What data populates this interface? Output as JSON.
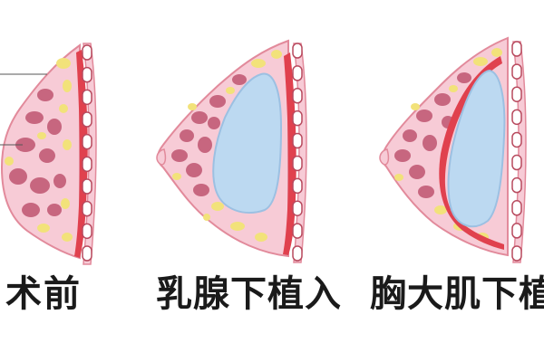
{
  "panels": [
    {
      "caption": "术前"
    },
    {
      "caption": "乳腺下植入"
    },
    {
      "caption": "胸大肌下植"
    }
  ],
  "colors": {
    "skin": "#f7cbd6",
    "skin_outline": "#e28a9b",
    "gland": "#c7667f",
    "fat": "#f2e27a",
    "implant": "#bcd9f1",
    "implant_outline": "#9cc0e2",
    "muscle": "#e0414e",
    "rib": "#ffffff",
    "rib_outline": "#b84a5e"
  }
}
